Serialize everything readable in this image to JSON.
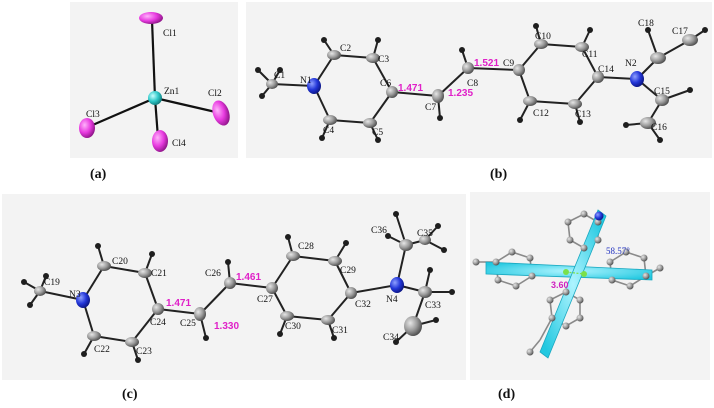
{
  "colors": {
    "zinc": "#2ec8c8",
    "chlorine": "#e83be0",
    "nitrogen": "#1f35d8",
    "carbon": "#8a8a8a",
    "hydrogen": "#202020",
    "bond_length": "#e020c8",
    "plane": "#27d3e6",
    "angle_text": "#2030c0"
  },
  "panels": {
    "a": {
      "label": "(a)",
      "atoms": {
        "zn1": "Zn1",
        "cl1": "Cl1",
        "cl2": "Cl2",
        "cl3": "Cl3",
        "cl4": "Cl4"
      }
    },
    "b": {
      "label": "(b)",
      "atoms": {
        "n1": "N1",
        "c1": "C1",
        "c2": "C2",
        "c3": "C3",
        "c4": "C4",
        "c5": "C5",
        "c6": "C6",
        "c7": "C7",
        "c8": "C8",
        "c9": "C9",
        "c10": "C10",
        "c11": "C11",
        "c12": "C12",
        "c13": "C13",
        "c14": "C14",
        "n2": "N2",
        "c15": "C15",
        "c16": "C16",
        "c17": "C17",
        "c18": "C18"
      },
      "bond_lengths": {
        "c6_c7": "1.471",
        "c7_c8": "1.235",
        "c8_c9": "1.521"
      }
    },
    "c": {
      "label": "(c)",
      "atoms": {
        "n3": "N3",
        "c19": "C19",
        "c20": "C20",
        "c21": "C21",
        "c22": "C22",
        "c23": "C23",
        "c24": "C24",
        "c25": "C25",
        "c26": "C26",
        "c27": "C27",
        "c28": "C28",
        "c29": "C29",
        "c30": "C30",
        "c31": "C31",
        "c32": "C32",
        "n4": "N4",
        "c33": "C33",
        "c34": "C34",
        "c35": "C35",
        "c36": "C36"
      },
      "bond_lengths": {
        "c24_c25": "1.471",
        "c25_c26": "1.330",
        "c26_c27": "1.461"
      }
    },
    "d": {
      "label": "(d)",
      "angle": "58.57°",
      "distance": "3.60"
    }
  }
}
